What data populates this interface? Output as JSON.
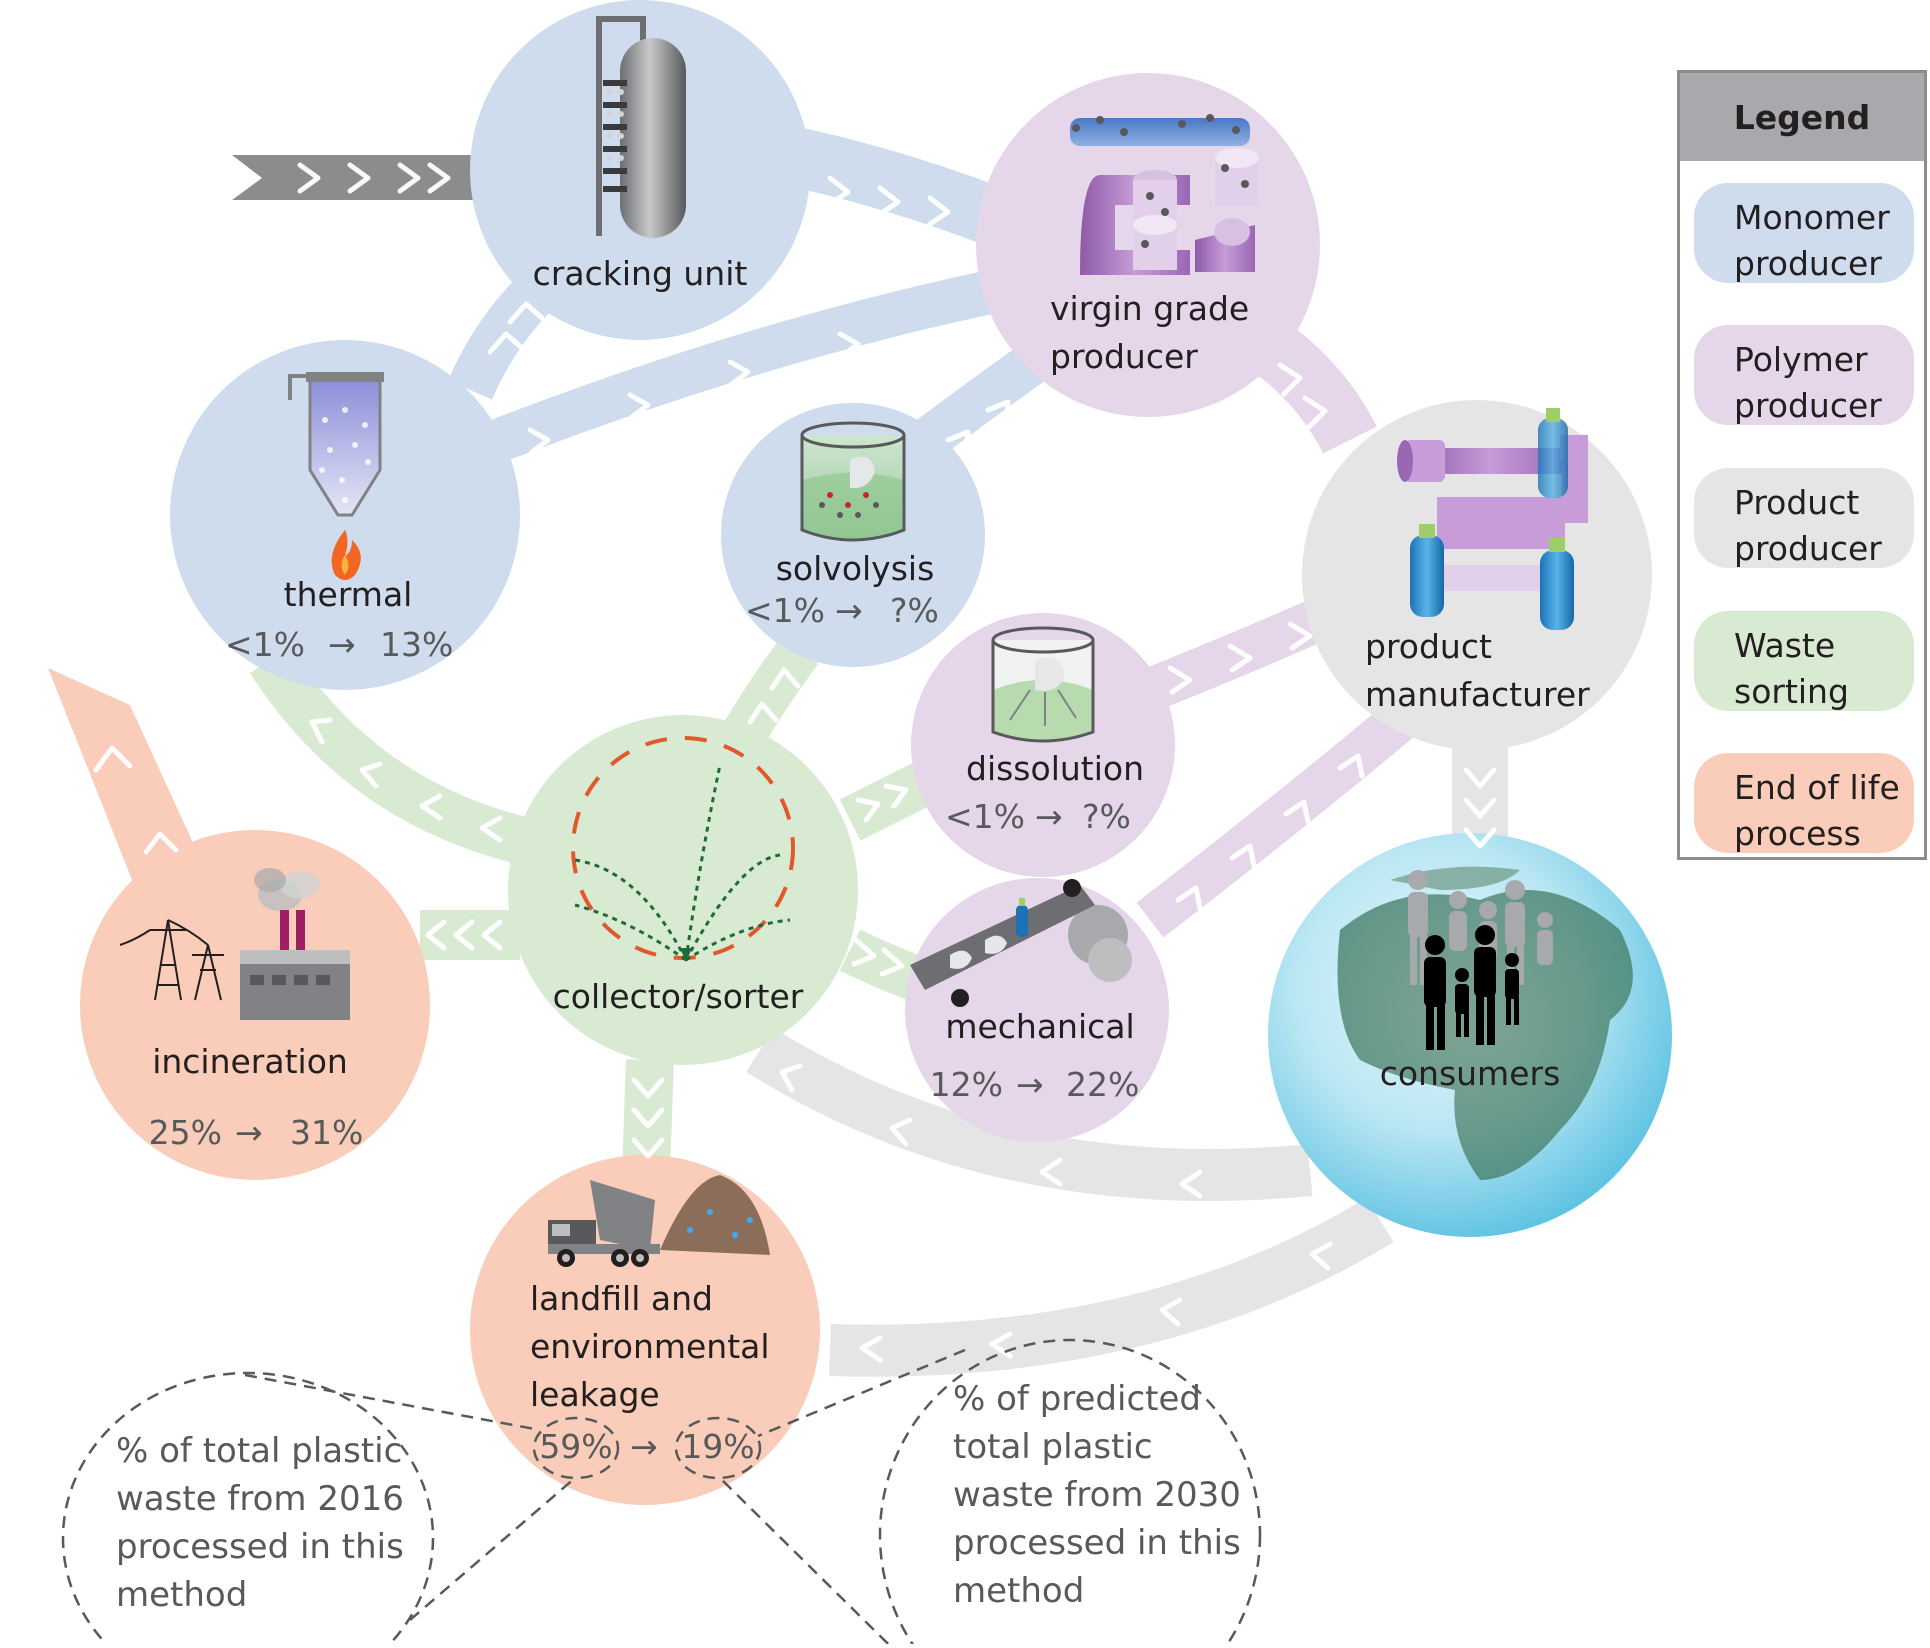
{
  "legend": {
    "title": "Legend",
    "items": [
      {
        "line1": "Monomer",
        "line2": "producer",
        "color": "#cfdcee"
      },
      {
        "line1": "Polymer",
        "line2": "producer",
        "color": "#e6d6ea"
      },
      {
        "line1": "Product",
        "line2": "producer",
        "color": "#e5e5e6"
      },
      {
        "line1": "Waste",
        "line2": "sorting",
        "color": "#d9ead3"
      },
      {
        "line1": "End of life",
        "line2": "process",
        "color": "#f9cdb9"
      }
    ]
  },
  "nodes": {
    "cracking": {
      "label": "cracking unit"
    },
    "virgin": {
      "line1": "virgin grade",
      "line2": "producer"
    },
    "thermal": {
      "label": "thermal",
      "pct_2016": "<1%",
      "pct_2030": "13%"
    },
    "solvolysis": {
      "label": "solvolysis",
      "pct_2016": "<1%",
      "pct_2030": "?%"
    },
    "manufacturer": {
      "line1": "product",
      "line2": "manufacturer"
    },
    "dissolution": {
      "label": "dissolution",
      "pct_2016": "<1%",
      "pct_2030": "?%"
    },
    "collector": {
      "label": "collector/sorter"
    },
    "mechanical": {
      "label": "mechanical",
      "pct_2016": "12%",
      "pct_2030": "22%"
    },
    "incineration": {
      "label": "incineration",
      "pct_2016": "25%",
      "pct_2030": "31%"
    },
    "consumers": {
      "label": "consumers"
    },
    "landfill": {
      "line1": "landfill and",
      "line2": "environmental",
      "line3": "leakage",
      "pct_2016": "59%",
      "pct_2030": "19%"
    }
  },
  "notes": {
    "left": [
      "% of total plastic",
      "waste from 2016",
      "processed in this",
      "method"
    ],
    "right": [
      "% of predicted",
      "total plastic",
      "waste from 2030",
      "processed in this",
      "method"
    ]
  },
  "colors": {
    "monomer": "#cfdcee",
    "polymer": "#e6d6ea",
    "product": "#e5e5e6",
    "waste": "#d9ead3",
    "end_of_life": "#f9cdb9",
    "input_arrow": "#8a8c8e"
  }
}
